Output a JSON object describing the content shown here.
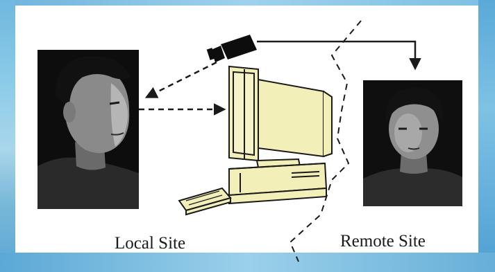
{
  "labels": {
    "local_site": "Local Site",
    "remote_site": "Remote Site"
  },
  "icons": [
    "local-person-photo",
    "remote-person-photo",
    "camera-icon",
    "computer-monitor-icon",
    "keyboard-icon"
  ],
  "colors": {
    "monitor_fill": "#f2efb8",
    "outline": "#1a1a1a",
    "frame_blue": "#7cc0e3"
  }
}
